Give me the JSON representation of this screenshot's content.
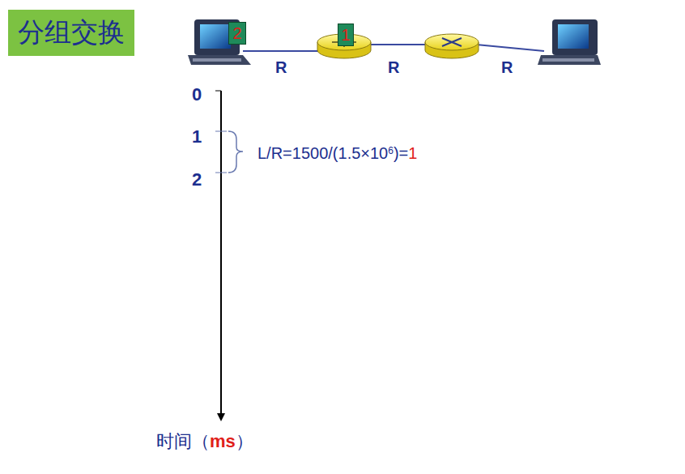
{
  "diagram": {
    "title": "分组交换",
    "nodes": [
      {
        "text": [
          "2"
        ]
      },
      {
        "text": [
          "1"
        ]
      }
    ],
    "labels": [
      "R",
      "R",
      "R",
      "0",
      "1",
      "2",
      "L/R=1500/(1.5×10",
      "6",
      ")=",
      "1",
      "时间（",
      "ms",
      "）"
    ]
  }
}
